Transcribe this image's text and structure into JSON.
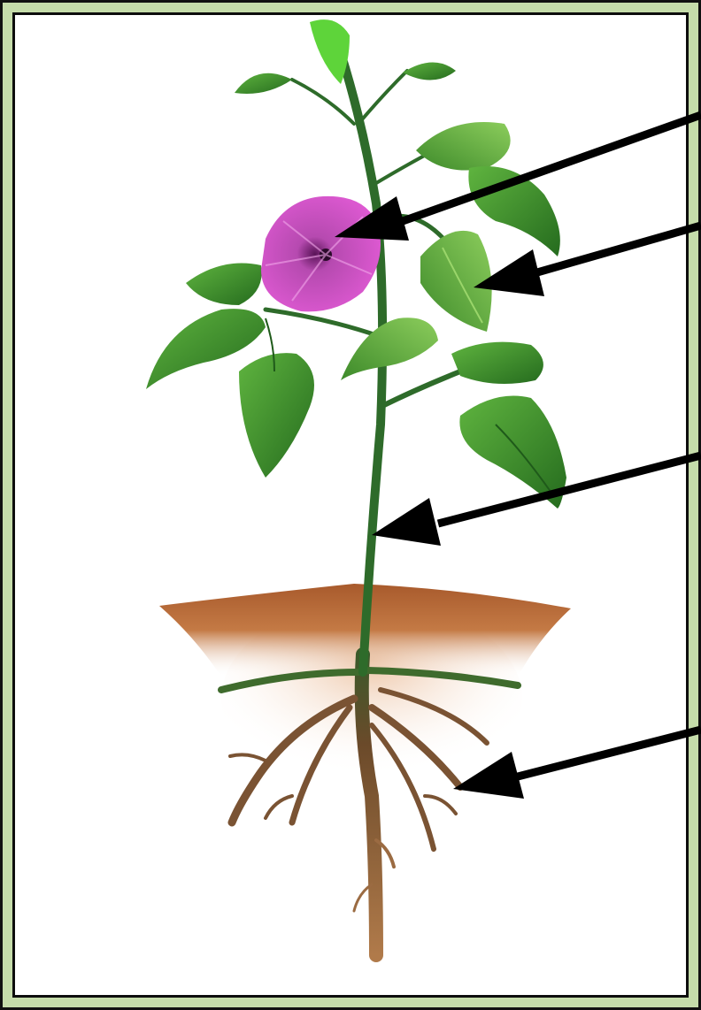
{
  "diagram": {
    "parts": [
      {
        "id": "flower",
        "icon": "flower-icon"
      },
      {
        "id": "leaf",
        "icon": "leaf-icon"
      },
      {
        "id": "stem",
        "icon": "stem-icon"
      },
      {
        "id": "roots",
        "icon": "roots-icon"
      }
    ],
    "arrow_count": 4
  },
  "colors": {
    "frame": "#c5dcaa",
    "border": "#111111",
    "leaf_dark": "#2f7a24",
    "leaf_light": "#6dbb4a",
    "stem": "#2e6b2a",
    "petal": "#d64fc8",
    "petal_center": "#6b1a6a",
    "soil": "#b8693a",
    "root": "#8a5a33",
    "arrow": "#000000"
  }
}
